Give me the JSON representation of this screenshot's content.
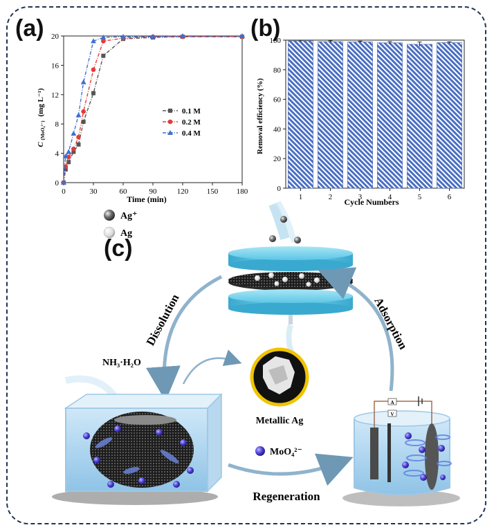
{
  "panels": {
    "a": "(a)",
    "b": "(b)",
    "c": "(c)"
  },
  "chart_data": [
    {
      "type": "line",
      "panel": "a",
      "xlabel": "Time (min)",
      "ylabel_main": "C",
      "ylabel_sub": "(MoO₄²⁻)",
      "ylabel_unit": "(mg L⁻¹)",
      "xlim": [
        0,
        180
      ],
      "ylim": [
        0,
        20
      ],
      "xticks": [
        0,
        30,
        60,
        90,
        120,
        150,
        180
      ],
      "yticks": [
        0,
        4,
        8,
        12,
        16,
        20
      ],
      "legend_position": "right",
      "series": [
        {
          "name": "0.1 M",
          "color": "#555555",
          "marker": "square",
          "x": [
            0,
            2,
            5,
            10,
            15,
            20,
            30,
            40,
            60,
            90,
            120,
            180
          ],
          "y": [
            0,
            1.8,
            2.8,
            4.2,
            5.2,
            8.3,
            12.2,
            17.3,
            19.6,
            19.8,
            19.9,
            19.9
          ]
        },
        {
          "name": "0.2 M",
          "color": "#e23b3b",
          "marker": "circle",
          "x": [
            0,
            2,
            5,
            10,
            15,
            20,
            30,
            40,
            60,
            90,
            120,
            180
          ],
          "y": [
            0,
            2.2,
            3.5,
            4.6,
            6.2,
            9.7,
            15.4,
            19.3,
            19.7,
            19.9,
            19.9,
            19.9
          ]
        },
        {
          "name": "0.4 M",
          "color": "#3f6fd0",
          "marker": "triangle",
          "x": [
            0,
            2,
            5,
            10,
            15,
            20,
            30,
            40,
            60,
            90,
            120,
            180
          ],
          "y": [
            0,
            3.6,
            4.2,
            6.7,
            9.2,
            13.7,
            19.3,
            19.8,
            19.9,
            19.9,
            20.0,
            20.0
          ]
        }
      ]
    },
    {
      "type": "bar",
      "panel": "b",
      "xlabel": "Cycle Numbers",
      "ylabel": "Removal efficiency (%)",
      "ylim": [
        0,
        100
      ],
      "yticks": [
        0,
        20,
        40,
        60,
        80,
        100
      ],
      "categories": [
        "1",
        "2",
        "3",
        "4",
        "5",
        "6"
      ],
      "values": [
        99.5,
        99.0,
        98.8,
        98.2,
        97.2,
        98.3
      ],
      "errors": [
        0.4,
        0.6,
        0.5,
        0.8,
        1.5,
        0.5
      ],
      "bar_color": "#4a6fc3"
    }
  ],
  "diagram": {
    "legend_ag_plus": "Ag⁺",
    "legend_ag": "Ag",
    "dissolution": "Dissolution",
    "adsorption": "Adsorption",
    "regeneration": "Regeneration",
    "nh3": "NH₃·H₂O",
    "metallic_ag": "Metallic Ag",
    "moo4": "MoO₄²⁻",
    "meter_a": "A",
    "meter_v": "V"
  }
}
